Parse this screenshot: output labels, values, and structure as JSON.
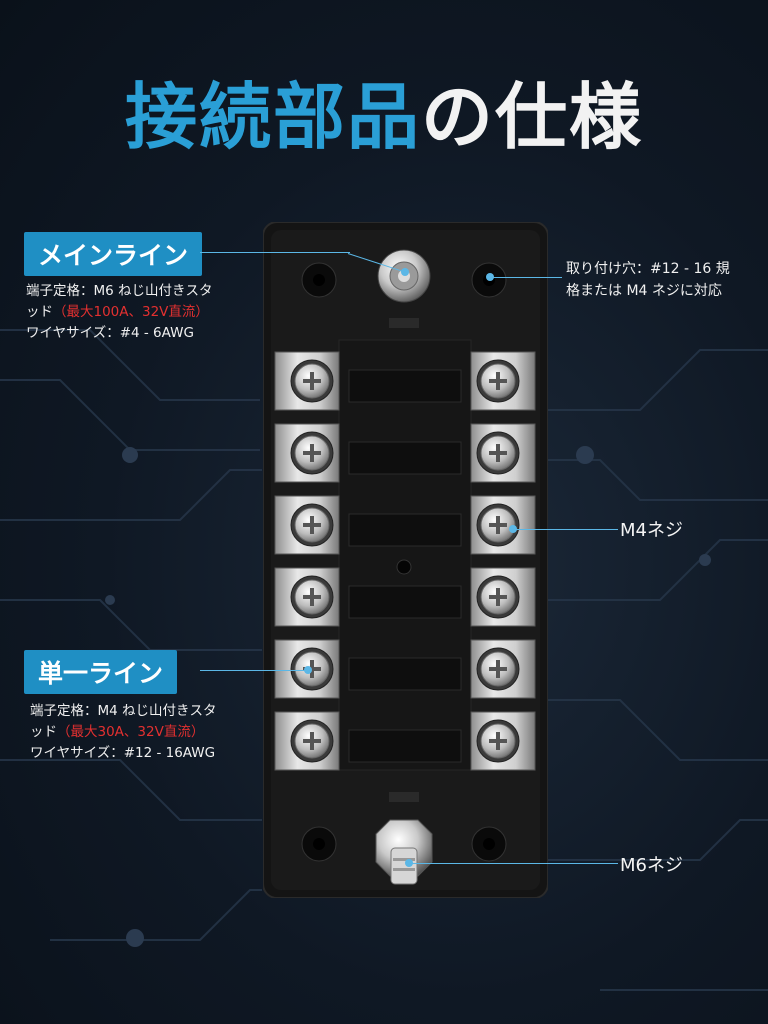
{
  "title": {
    "blue": "接続部品",
    "white": "の仕様"
  },
  "main_line": {
    "tag": "メインライン",
    "spec_line1": "端子定格：M6 ねじ山付きスタ",
    "spec_line2_prefix": "ッド",
    "spec_line2_red": "（最大100A、32V直流）",
    "spec_line3": "ワイヤサイズ：#4 - 6AWG"
  },
  "single_line": {
    "tag": "単一ライン",
    "spec_line1": "端子定格：M4 ねじ山付きスタ",
    "spec_line2_prefix": "ッド",
    "spec_line2_red": "（最大30A、32V直流）",
    "spec_line3": "ワイヤサイズ：#12 - 16AWG"
  },
  "mounting_hole": {
    "line1": "取り付け穴：#12 - 16 規",
    "line2": "格または M4 ネジに対応"
  },
  "labels": {
    "m4_screw": "M4ネジ",
    "m6_screw": "M6ネジ"
  },
  "colors": {
    "accent": "#1f8fc4",
    "warning_red": "#e33030",
    "background": "#0d1622"
  }
}
